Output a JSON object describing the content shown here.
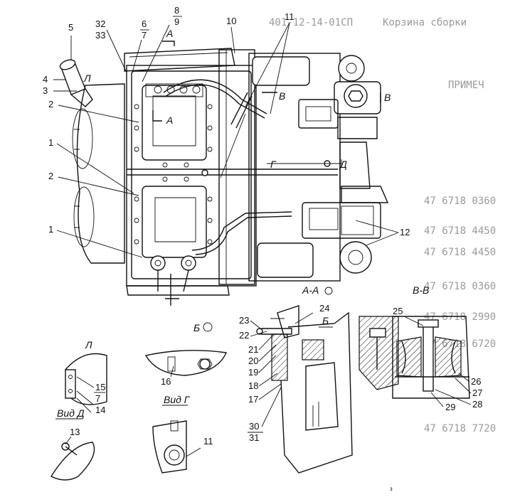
{
  "callout_numbers": [
    "1",
    "1",
    "2",
    "2",
    "3",
    "4",
    "5",
    "6",
    "7",
    "8",
    "9",
    "10",
    "11",
    "11",
    "12",
    "13",
    "14",
    "15",
    "16",
    "17",
    "18",
    "19",
    "20",
    "21",
    "22",
    "23",
    "24",
    "25",
    "26",
    "27",
    "28",
    "29",
    "30",
    "31",
    "32",
    "33"
  ],
  "markers": {
    "a": "А",
    "v": "В",
    "g": "Г",
    "d": "Д",
    "b": "Б"
  },
  "section_titles": {
    "aa": "А-А",
    "vv": "В-В",
    "b_view": "Б",
    "l_view": "Л",
    "vid_d": "Вид Д",
    "vid_g": "Вид Г"
  },
  "bleed_through": {
    "header": "401-12-14-01СП",
    "header_tail": "Корзина сборки",
    "col_header": "ПРИМЕЧ",
    "rows": [
      "47 6718 0360",
      "47 6718 4450",
      "47 6718 4450",
      "47 6718 0360",
      "47 6718 2990",
      "47 6718 6720",
      "47 6718 7720"
    ]
  },
  "page_mark": "з"
}
